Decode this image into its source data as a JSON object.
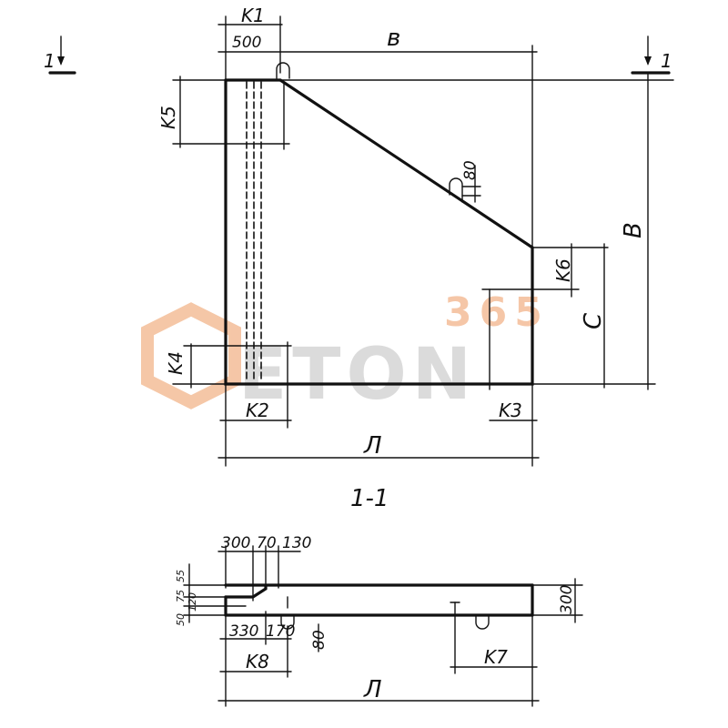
{
  "elevation": {
    "section_marker_left": "1",
    "section_marker_right": "1",
    "dim_top_k1": "K1",
    "dim_top_500": "500",
    "dim_top_b": "в",
    "dim_right_height": "В",
    "dim_k5": "K5",
    "dim_k6": "K6",
    "dim_k4": "K4",
    "dim_c": "C",
    "dim_hook": "80",
    "dim_k2": "K2",
    "dim_k3": "K3",
    "dim_length": "Л"
  },
  "section": {
    "title": "1-1",
    "dim_300": "300",
    "dim_70": "70",
    "dim_130": "130",
    "dim_55": "55",
    "dim_75": "75",
    "dim_120": "120",
    "dim_50": "50",
    "dim_thickness": "300",
    "dim_330": "330",
    "dim_170": "170",
    "dim_hook": "80",
    "dim_k8": "K8",
    "dim_k7": "K7",
    "dim_length": "Л"
  },
  "watermark": {
    "number": "365",
    "word": "ETON",
    "color_orange": "#f2b48a",
    "color_grey": "#cfcfcf"
  }
}
